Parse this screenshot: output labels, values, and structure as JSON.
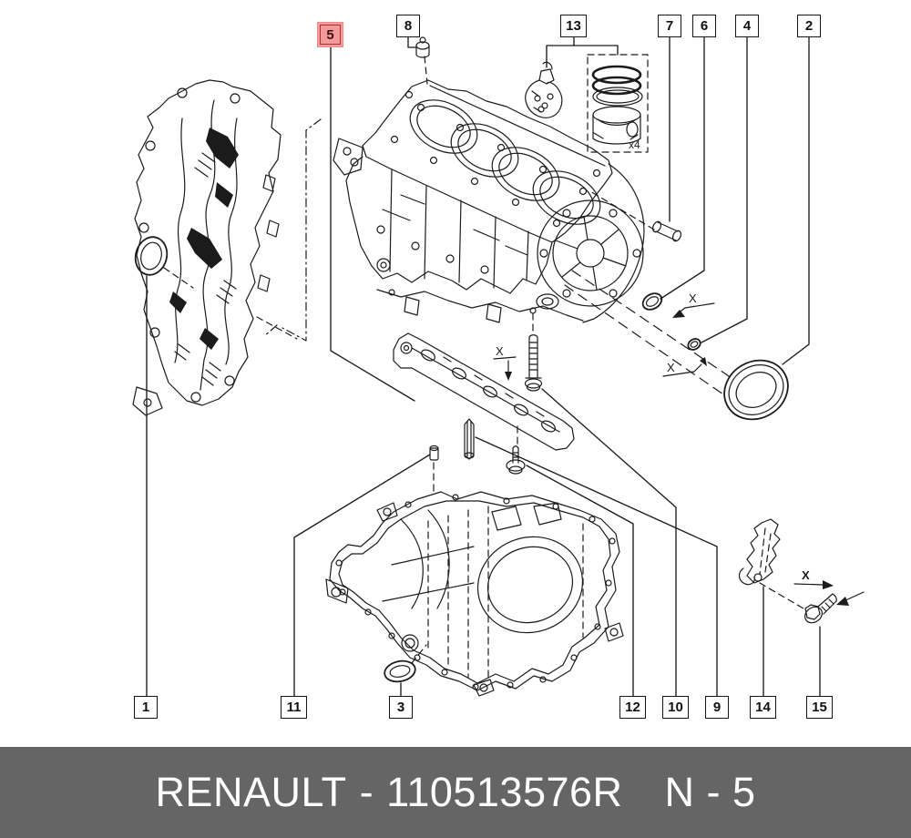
{
  "footer": {
    "brand": "RENAULT",
    "separator": "-",
    "part_number": "110513576R",
    "page_code": "N - 5"
  },
  "callouts": {
    "top": [
      {
        "id": "5",
        "label": "5",
        "highlighted": true
      },
      {
        "id": "8",
        "label": "8",
        "highlighted": false
      },
      {
        "id": "13",
        "label": "13",
        "highlighted": false
      },
      {
        "id": "7",
        "label": "7",
        "highlighted": false
      },
      {
        "id": "6",
        "label": "6",
        "highlighted": false
      },
      {
        "id": "4",
        "label": "4",
        "highlighted": false
      },
      {
        "id": "2",
        "label": "2",
        "highlighted": false
      }
    ],
    "bottom": [
      {
        "id": "1",
        "label": "1",
        "highlighted": false
      },
      {
        "id": "11",
        "label": "11",
        "highlighted": false
      },
      {
        "id": "3",
        "label": "3",
        "highlighted": false
      },
      {
        "id": "12",
        "label": "12",
        "highlighted": false
      },
      {
        "id": "10",
        "label": "10",
        "highlighted": false
      },
      {
        "id": "9",
        "label": "9",
        "highlighted": false
      },
      {
        "id": "14",
        "label": "14",
        "highlighted": false
      },
      {
        "id": "15",
        "label": "15",
        "highlighted": false
      }
    ]
  },
  "annotations": {
    "piston_quantity": "x4",
    "axis_mark": "X"
  },
  "colors": {
    "line": "#1b1b1b",
    "highlight_fill": "#f49a9a",
    "highlight_border": "#a83232",
    "footer_bg": "#656565",
    "footer_text": "#ffffff"
  }
}
